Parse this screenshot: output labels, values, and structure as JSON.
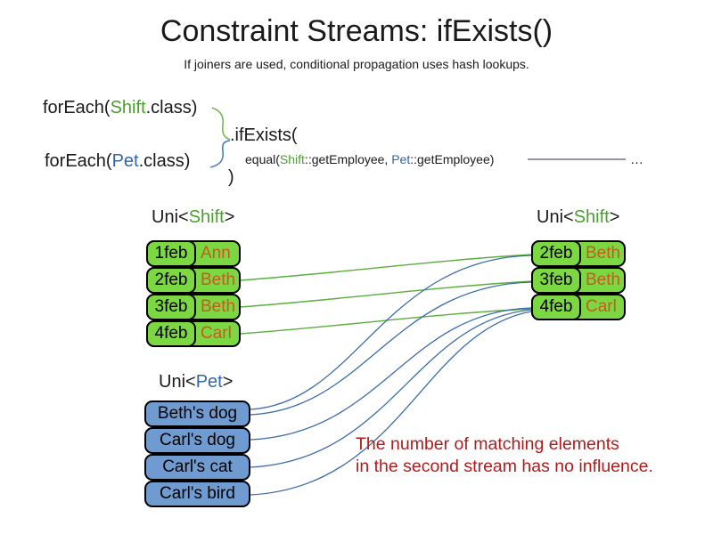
{
  "title": "Constraint Streams: ifExists()",
  "subtitle": "If joiners are used, conditional propagation uses hash lookups.",
  "code": {
    "foreach_shift": {
      "pre": "forEach(",
      "cls": "Shift",
      "post": ".class)"
    },
    "foreach_pet": {
      "pre": "forEach(",
      "cls": "Pet",
      "post": ".class)"
    },
    "if_exists": ".ifExists(",
    "equal": {
      "pre": "equal(",
      "shift": "Shift",
      "mid": "::getEmployee, ",
      "pet": "Pet",
      "post": "::getEmployee)"
    },
    "close_paren": ")",
    "ellipsis": "…"
  },
  "labels": {
    "shift_left": {
      "pre": "Uni<",
      "cls": "Shift",
      "post": ">"
    },
    "shift_right": {
      "pre": "Uni<",
      "cls": "Shift",
      "post": ">"
    },
    "pet": {
      "pre": "Uni<",
      "cls": "Pet",
      "post": ">"
    }
  },
  "tables": {
    "shift_left": {
      "rows": [
        {
          "date": "1feb",
          "name": "Ann"
        },
        {
          "date": "2feb",
          "name": "Beth"
        },
        {
          "date": "3feb",
          "name": "Beth"
        },
        {
          "date": "4feb",
          "name": "Carl"
        }
      ]
    },
    "shift_right": {
      "rows": [
        {
          "date": "2feb",
          "name": "Beth"
        },
        {
          "date": "3feb",
          "name": "Beth"
        },
        {
          "date": "4feb",
          "name": "Carl"
        }
      ]
    },
    "pet": {
      "rows": [
        {
          "name": "Beth's dog"
        },
        {
          "name": "Carl's dog"
        },
        {
          "name": "Carl's cat"
        },
        {
          "name": "Carl's bird"
        }
      ]
    }
  },
  "note": {
    "line1": "The number of matching elements",
    "line2": "in the second stream has no influence."
  },
  "colors": {
    "class_green": "#4AA02C",
    "class_blue": "#3465A4",
    "table_green_fill": "#7BD842",
    "table_blue_fill": "#6F9BD1",
    "name_orange": "#C85A1E",
    "note_red": "#B01C1C",
    "connector_green": "#5BAE3C",
    "connector_blue": "#3B6CA8",
    "brace_green": "#76B852",
    "brace_blue": "#4D7EBF",
    "joiner_line_purple": "#7E6B94"
  }
}
